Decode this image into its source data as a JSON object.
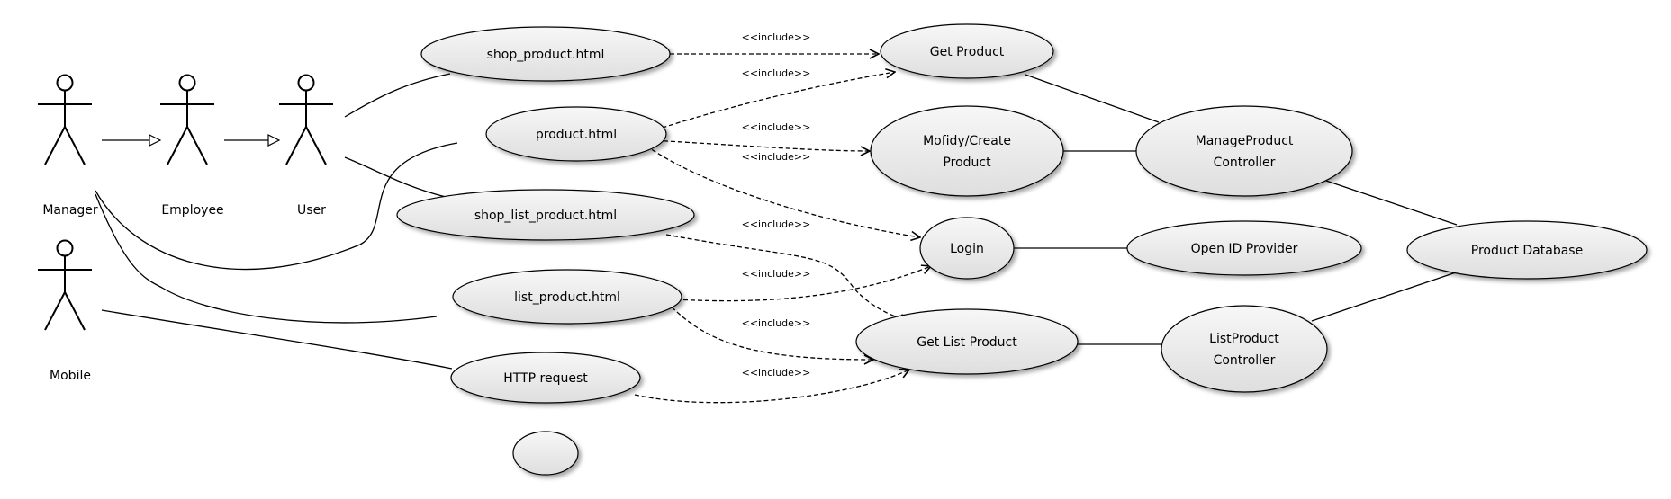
{
  "actors": [
    {
      "id": "manager",
      "label": "Manager"
    },
    {
      "id": "employee",
      "label": "Employee"
    },
    {
      "id": "user",
      "label": "User"
    },
    {
      "id": "mobile",
      "label": "Mobile"
    }
  ],
  "use_cases": [
    {
      "id": "shop_product",
      "lines": [
        "shop_product.html"
      ]
    },
    {
      "id": "product",
      "lines": [
        "product.html"
      ]
    },
    {
      "id": "shop_list_product",
      "lines": [
        "shop_list_product.html"
      ]
    },
    {
      "id": "list_product",
      "lines": [
        "list_product.html"
      ]
    },
    {
      "id": "http_request",
      "lines": [
        "HTTP request"
      ]
    },
    {
      "id": "empty",
      "lines": []
    },
    {
      "id": "get_product",
      "lines": [
        "Get Product"
      ]
    },
    {
      "id": "modify_create",
      "lines": [
        "Mofidy/Create",
        "Product"
      ]
    },
    {
      "id": "login",
      "lines": [
        "Login"
      ]
    },
    {
      "id": "get_list_product",
      "lines": [
        "Get List Product"
      ]
    },
    {
      "id": "manage_product_controller",
      "lines": [
        "ManageProduct",
        "Controller"
      ]
    },
    {
      "id": "open_id_provider",
      "lines": [
        "Open ID Provider"
      ]
    },
    {
      "id": "list_product_controller",
      "lines": [
        "ListProduct",
        "Controller"
      ]
    },
    {
      "id": "product_database",
      "lines": [
        "Product Database"
      ]
    }
  ],
  "generalizations": [
    {
      "from": "manager",
      "to": "employee"
    },
    {
      "from": "employee",
      "to": "user"
    }
  ],
  "associations": [
    {
      "from": "user",
      "to": "shop_product"
    },
    {
      "from": "user",
      "to": "shop_list_product"
    },
    {
      "from": "manager",
      "to": "product"
    },
    {
      "from": "manager",
      "to": "list_product"
    },
    {
      "from": "mobile",
      "to": "http_request"
    },
    {
      "from": "get_product",
      "to": "manage_product_controller"
    },
    {
      "from": "modify_create",
      "to": "manage_product_controller"
    },
    {
      "from": "login",
      "to": "open_id_provider"
    },
    {
      "from": "get_list_product",
      "to": "list_product_controller"
    },
    {
      "from": "manage_product_controller",
      "to": "product_database"
    },
    {
      "from": "list_product_controller",
      "to": "product_database"
    }
  ],
  "includes": [
    {
      "from": "shop_product",
      "to": "get_product",
      "label": "<<include>>"
    },
    {
      "from": "product",
      "to": "get_product",
      "label": "<<include>>"
    },
    {
      "from": "product",
      "to": "modify_create",
      "label": "<<include>>"
    },
    {
      "from": "product",
      "to": "login",
      "label": "<<include>>"
    },
    {
      "from": "shop_list_product",
      "to": "get_list_product",
      "label": "<<include>>"
    },
    {
      "from": "list_product",
      "to": "login",
      "label": "<<include>>"
    },
    {
      "from": "list_product",
      "to": "get_list_product",
      "label": "<<include>>"
    },
    {
      "from": "http_request",
      "to": "get_list_product",
      "label": "<<include>>"
    }
  ]
}
